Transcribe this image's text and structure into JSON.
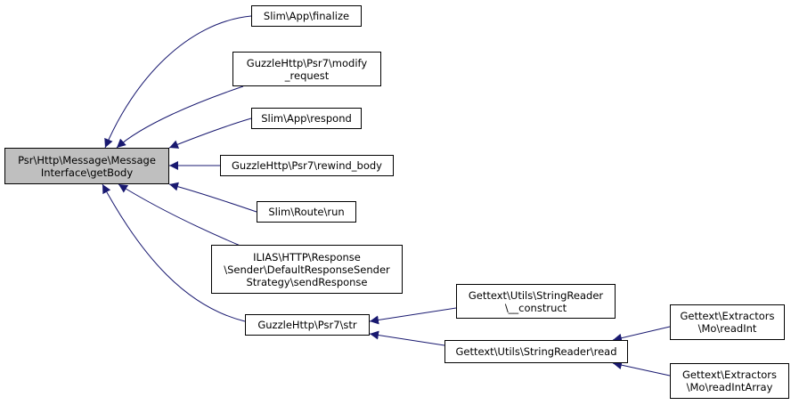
{
  "colors": {
    "edge": "#191970",
    "root_fill": "#bfbfbf",
    "node_fill": "#ffffff",
    "border": "#000000"
  },
  "nodes": {
    "root": {
      "lines": [
        "Psr\\Http\\Message\\Message",
        "Interface\\getBody"
      ]
    },
    "finalize": {
      "lines": [
        "Slim\\App\\finalize"
      ]
    },
    "modify_request": {
      "lines": [
        "GuzzleHttp\\Psr7\\modify",
        "_request"
      ]
    },
    "respond": {
      "lines": [
        "Slim\\App\\respond"
      ]
    },
    "rewind_body": {
      "lines": [
        "GuzzleHttp\\Psr7\\rewind_body"
      ]
    },
    "route_run": {
      "lines": [
        "Slim\\Route\\run"
      ]
    },
    "send_response": {
      "lines": [
        "ILIAS\\HTTP\\Response",
        "\\Sender\\DefaultResponseSender",
        "Strategy\\sendResponse"
      ]
    },
    "str": {
      "lines": [
        "GuzzleHttp\\Psr7\\str"
      ]
    },
    "construct": {
      "lines": [
        "Gettext\\Utils\\StringReader",
        "\\__construct"
      ]
    },
    "read": {
      "lines": [
        "Gettext\\Utils\\StringReader\\read"
      ]
    },
    "read_int": {
      "lines": [
        "Gettext\\Extractors",
        "\\Mo\\readInt"
      ]
    },
    "read_int_array": {
      "lines": [
        "Gettext\\Extractors",
        "\\Mo\\readIntArray"
      ]
    }
  },
  "edges": [
    {
      "from": "finalize",
      "to": "root"
    },
    {
      "from": "modify_request",
      "to": "root"
    },
    {
      "from": "respond",
      "to": "root"
    },
    {
      "from": "rewind_body",
      "to": "root"
    },
    {
      "from": "route_run",
      "to": "root"
    },
    {
      "from": "send_response",
      "to": "root"
    },
    {
      "from": "str",
      "to": "root"
    },
    {
      "from": "construct",
      "to": "str"
    },
    {
      "from": "read",
      "to": "str"
    },
    {
      "from": "read_int",
      "to": "read"
    },
    {
      "from": "read_int_array",
      "to": "read"
    }
  ]
}
